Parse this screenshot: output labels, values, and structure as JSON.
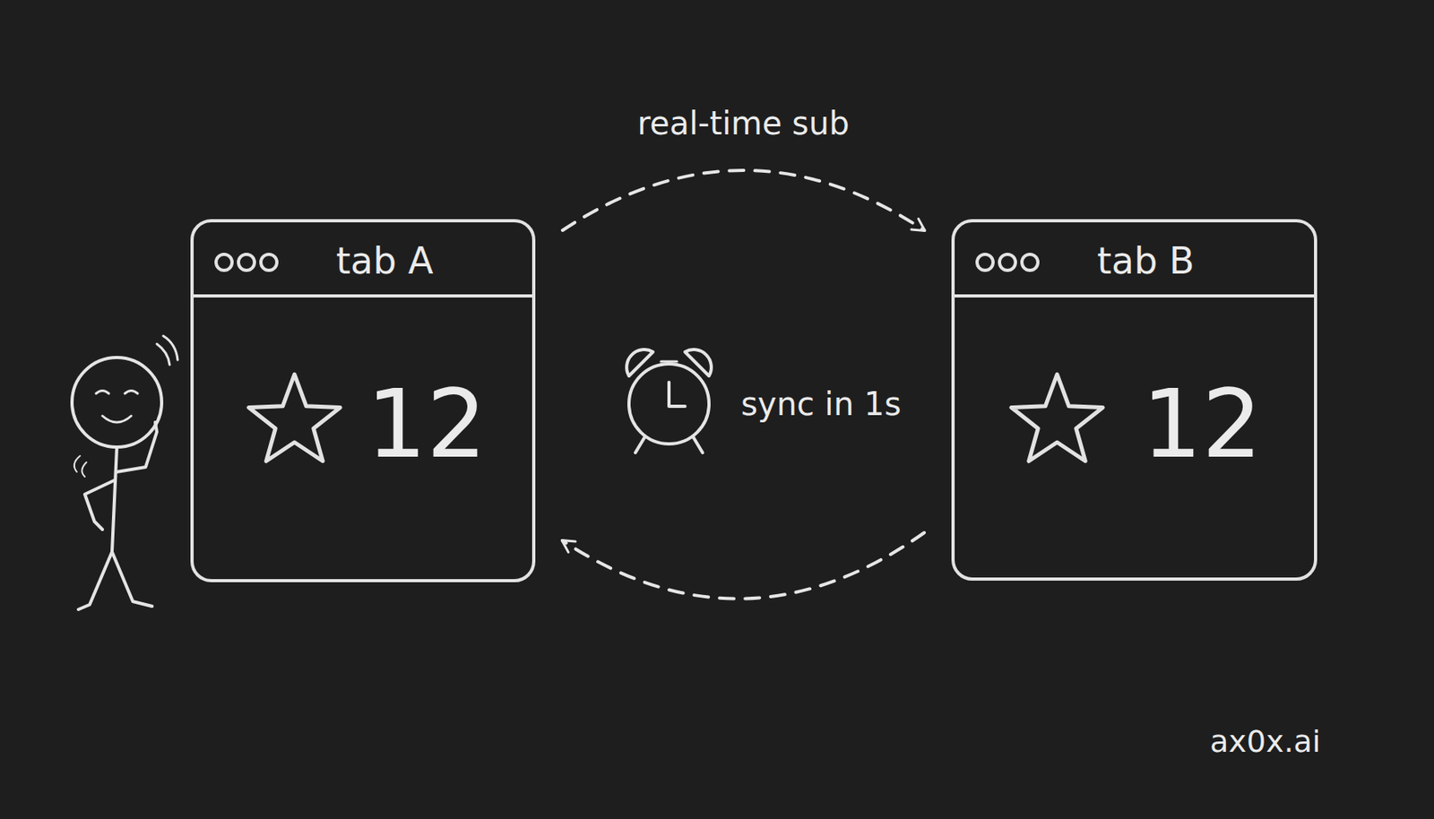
{
  "diagram": {
    "nodes": [
      {
        "text": [
          "tab A",
          "12"
        ]
      },
      {
        "text": [
          "tab B",
          "12"
        ]
      }
    ],
    "edges": [
      {
        "from": 0,
        "to": 1,
        "arrow": "to",
        "label": "real-time sub"
      },
      {
        "from": 1,
        "to": 0,
        "arrow": "to"
      }
    ],
    "labels": [
      "sync in 1s",
      "ax0x.ai"
    ]
  }
}
